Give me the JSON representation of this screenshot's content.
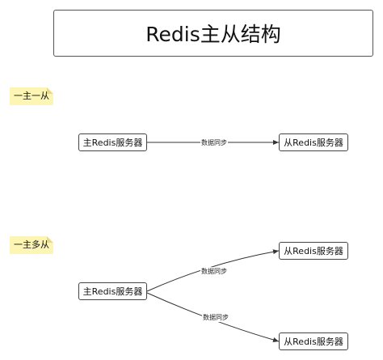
{
  "title": "Redis主从结构",
  "sections": {
    "one_to_one": {
      "label": "一主一从",
      "master": "主Redis服务器",
      "slave": "从Redis服务器",
      "edge_label": "数据同步"
    },
    "one_to_many": {
      "label": "一主多从",
      "master": "主Redis服务器",
      "slave_top": "从Redis服务器",
      "slave_bottom": "从Redis服务器",
      "edge_label_top": "数据同步",
      "edge_label_bottom": "数据同步"
    }
  },
  "colors": {
    "note_bg": "#fdf5b3",
    "border": "#444444"
  }
}
